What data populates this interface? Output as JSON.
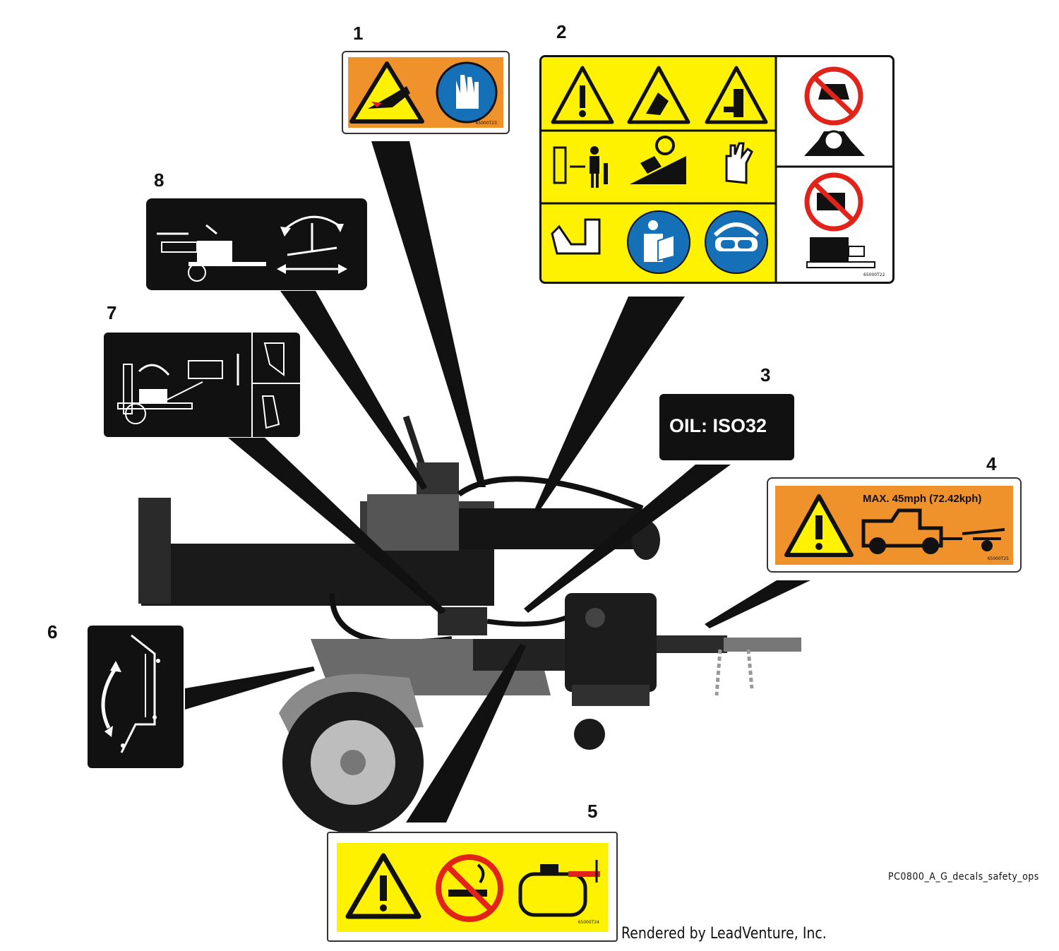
{
  "callouts": [
    {
      "number": "1"
    },
    {
      "number": "2"
    },
    {
      "number": "3"
    },
    {
      "number": "4"
    },
    {
      "number": "5"
    },
    {
      "number": "6"
    },
    {
      "number": "7"
    },
    {
      "number": "8"
    }
  ],
  "decal_3": {
    "text": "OIL: ISO32"
  },
  "decal_4": {
    "text": "MAX. 45mph (72.42kph)",
    "part": "65000T25"
  },
  "decal_1": {
    "part": "65000T23"
  },
  "decal_2": {
    "part": "65000T22"
  },
  "decal_5": {
    "part": "65000T24"
  },
  "diagram_id": "PC0800_A_G_decals_safety_ops",
  "footer": "Rendered by LeadVenture, Inc.",
  "colors": {
    "orange": "#F0922B",
    "yellow": "#FFF200",
    "blue": "#1670B8",
    "black": "#111111",
    "red": "#E2231A"
  }
}
